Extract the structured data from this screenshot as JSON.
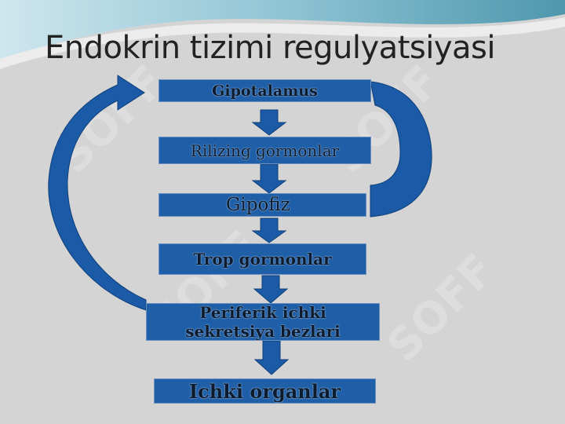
{
  "title": "Endokrin tizimi regulyatsiyasi",
  "boxes": [
    {
      "label": "Gipotalamus"
    },
    {
      "label": "Rilizing gormonlar"
    },
    {
      "label": "Gipofiz"
    },
    {
      "label": "Trop gormonlar"
    },
    {
      "label_line1": "Periferik ichki",
      "label_line2": "sekretsiya bezlari"
    },
    {
      "label": "Ichki organlar"
    }
  ],
  "watermark": "SOFF",
  "colors": {
    "box_fill": "#1f5fa8",
    "arrow_fill": "#1a5aa6",
    "background": "#d4d4d4",
    "swoosh": "#7fb8c9"
  }
}
